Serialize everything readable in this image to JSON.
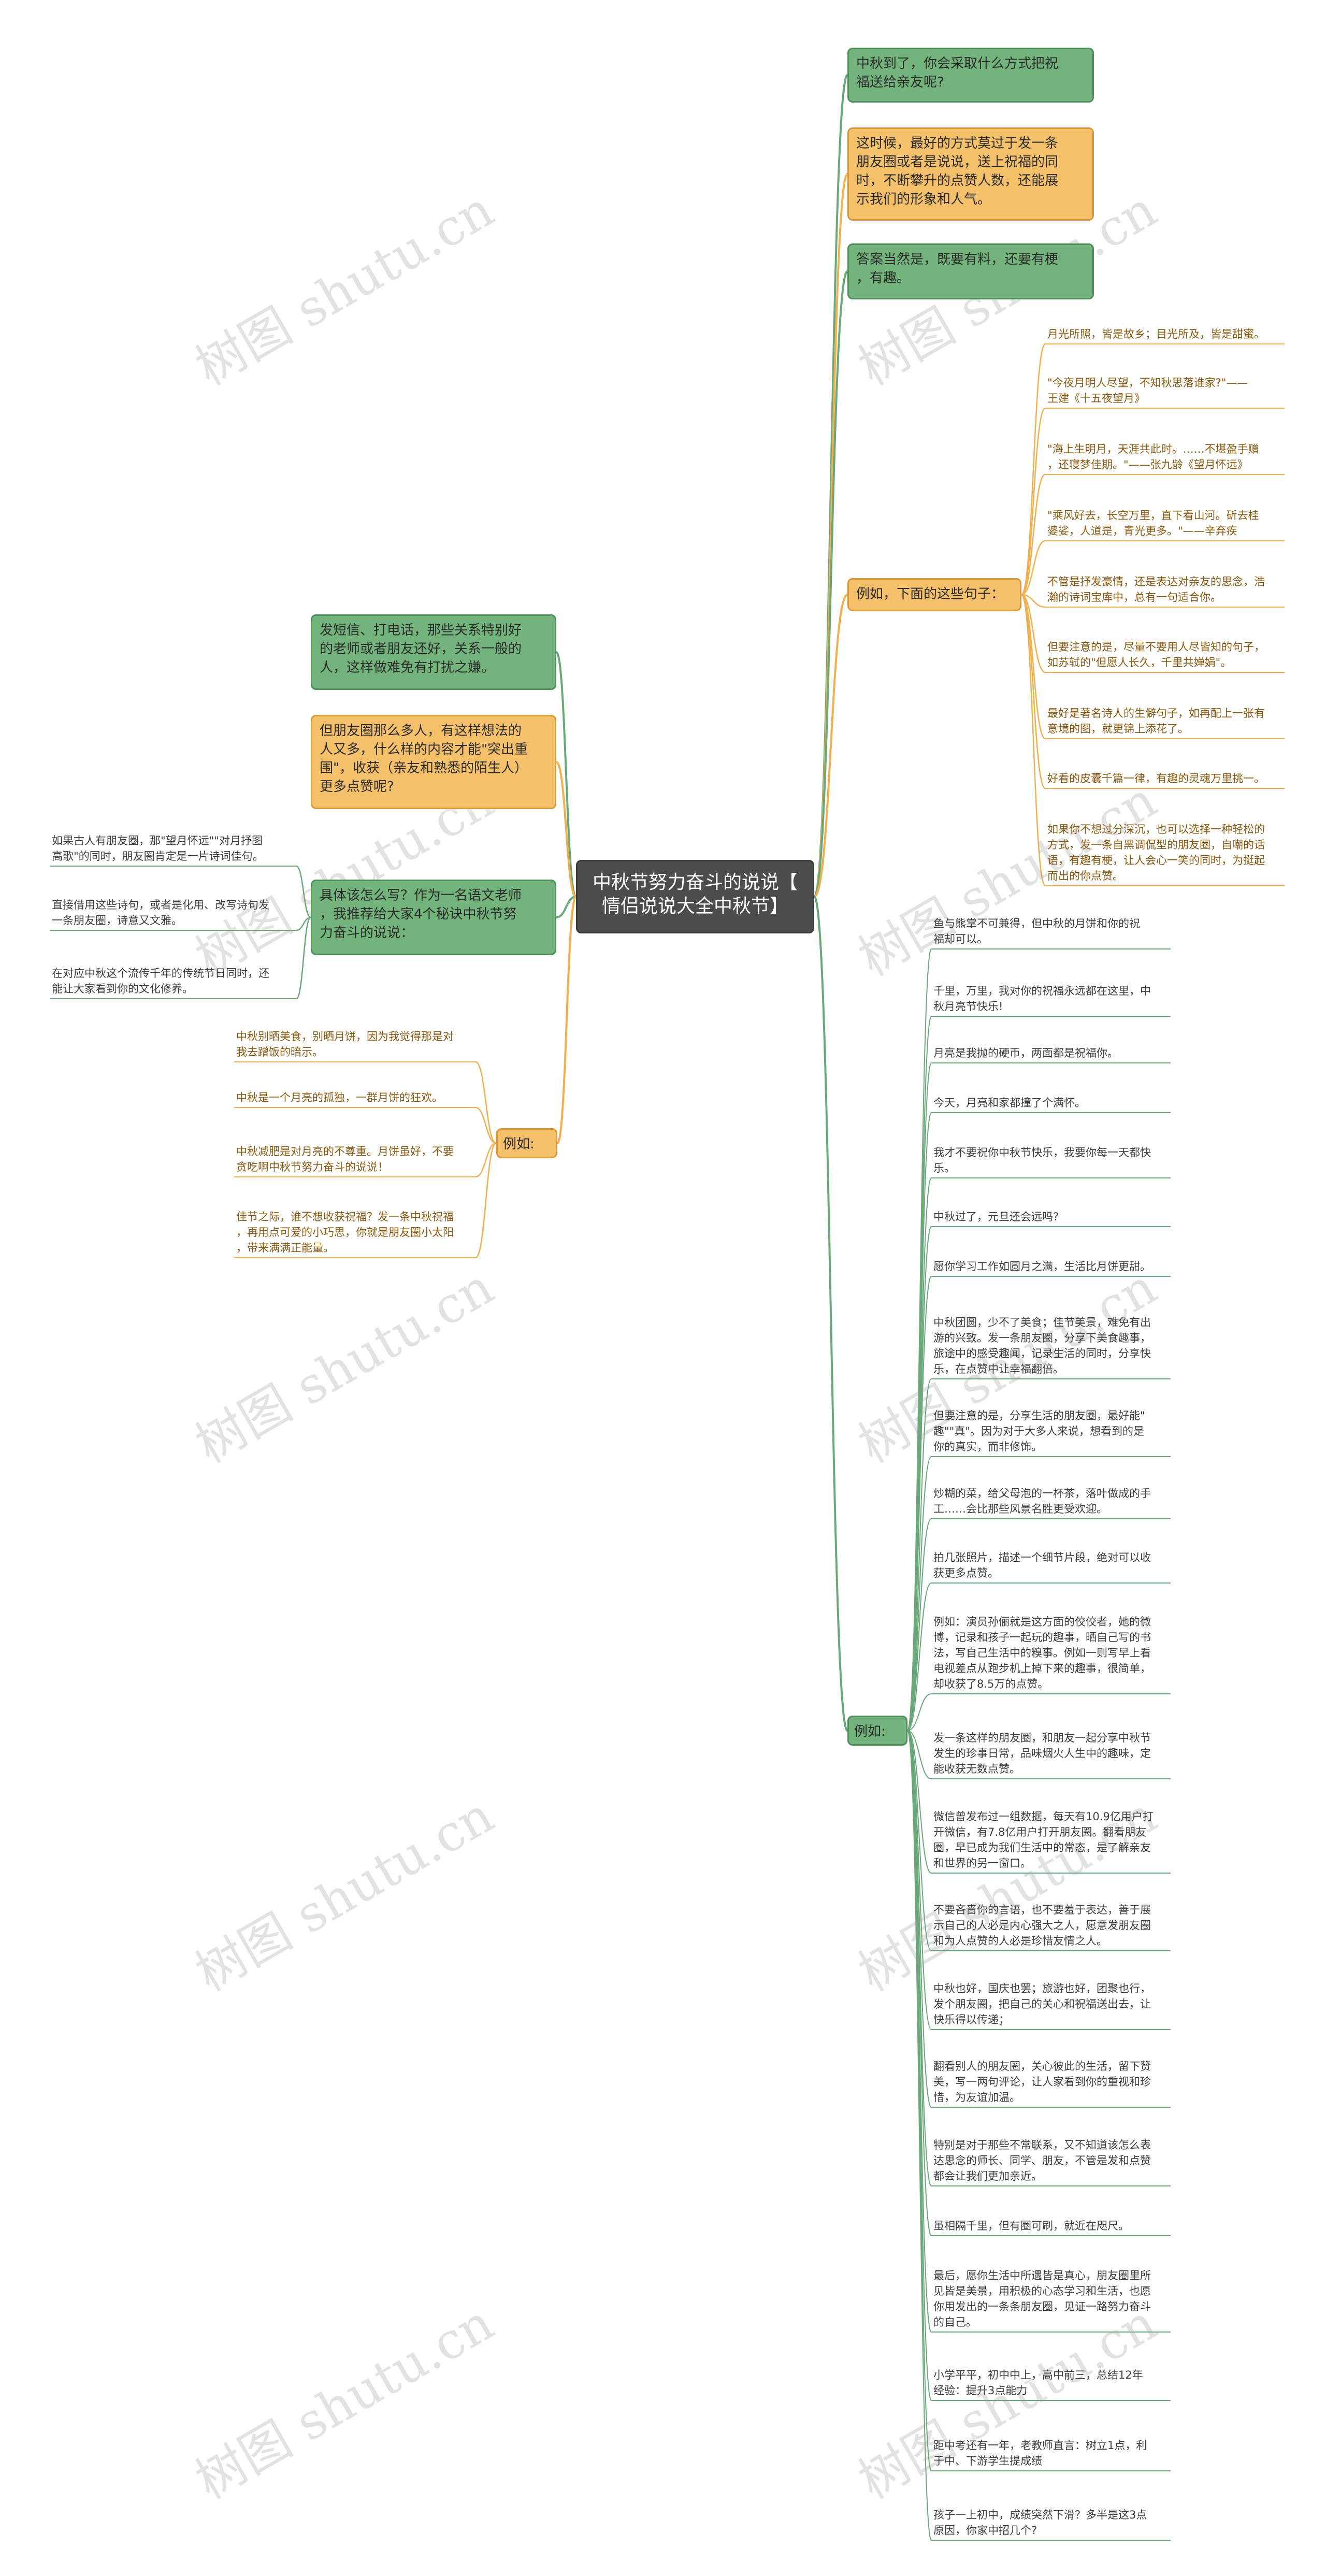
{
  "root": {
    "title": "中秋节努力奋斗的说说【\n情侣说说大全中秋节】"
  },
  "colors": {
    "green": "#72b47c",
    "green_line": "#6aa87a",
    "orange": "#f5c06a",
    "orange_line": "#f0b050",
    "root": "#4d4d4d"
  },
  "right_top": [
    "中秋到了，你会采取什么方式把祝\n福送给亲友呢?",
    "这时候，最好的方式莫过于发一条\n朋友圈或者是说说，送上祝福的同\n时，不断攀升的点赞人数，还能展\n示我们的形象和人气。",
    "答案当然是，既要有料，还要有梗\n，有趣。"
  ],
  "right_mid": {
    "label": "例如，下面的这些句子：",
    "leaves": [
      "月光所照，皆是故乡；目光所及，皆是甜蜜。",
      "\"今夜月明人尽望，不知秋思落谁家?\"——\n王建《十五夜望月》",
      "\"海上生明月，天涯共此时。……不堪盈手赠\n，还寝梦佳期。\"——张九龄《望月怀远》",
      "\"乘风好去，长空万里，直下看山河。斫去桂\n婆娑，人道是，青光更多。\"——辛弃疾",
      "不管是抒发豪情，还是表达对亲友的思念，浩\n瀚的诗词宝库中，总有一句适合你。",
      "但要注意的是，尽量不要用人尽皆知的句子，\n如苏轼的\"但愿人长久，千里共婵娟\"。",
      "最好是著名诗人的生僻句子，如再配上一张有\n意境的图，就更锦上添花了。",
      "好看的皮囊千篇一律，有趣的灵魂万里挑一。",
      "如果你不想过分深沉，也可以选择一种轻松的\n方式，发一条自黑调侃型的朋友圈，自嘲的话\n语，有趣有梗，让人会心一笑的同时，为挺起\n而出的你点赞。"
    ]
  },
  "left": [
    "发短信、打电话，那些关系特别好\n的老师或者朋友还好，关系一般的\n人，这样做难免有打扰之嫌。",
    "但朋友圈那么多人，有这样想法的\n人又多，什么样的内容才能\"突出重\n围\"，收获（亲友和熟悉的陌生人）\n更多点赞呢?",
    "具体该怎么写？作为一名语文老师\n，我推荐给大家4个秘诀中秋节努\n力奋斗的说说："
  ],
  "left_leaves": [
    "如果古人有朋友圈，那\"望月怀远\"\"对月抒图\n高歌\"的同时，朋友圈肯定是一片诗词佳句。",
    "直接借用这些诗句，或者是化用、改写诗句发\n一条朋友圈，诗意又文雅。",
    "在对应中秋这个流传千年的传统节日同时，还\n能让大家看到你的文化修养。"
  ],
  "left_example": {
    "label": "例如:",
    "leaves": [
      "中秋别晒美食，别晒月饼，因为我觉得那是对\n我去蹭饭的暗示。",
      "中秋是一个月亮的孤独，一群月饼的狂欢。",
      "中秋减肥是对月亮的不尊重。月饼虽好，不要\n贪吃啊中秋节努力奋斗的说说！",
      "佳节之际，谁不想收获祝福？发一条中秋祝福\n，再用点可爱的小巧思，你就是朋友圈小太阳\n，带来满满正能量。"
    ]
  },
  "right_bottom": {
    "label": "例如:",
    "leaves": [
      "鱼与熊掌不可兼得，但中秋的月饼和你的祝\n福却可以。",
      "千里，万里，我对你的祝福永远都在这里，中\n秋月亮节快乐!",
      "月亮是我抛的硬币，两面都是祝福你。",
      "今天，月亮和家都撞了个满怀。",
      "我才不要祝你中秋节快乐，我要你每一天都快\n乐。",
      "中秋过了，元旦还会远吗?",
      "愿你学习工作如圆月之满，生活比月饼更甜。",
      "中秋团圆，少不了美食；佳节美景，难免有出\n游的兴致。发一条朋友圈，分享下美食趣事，\n旅途中的感受趣闻，记录生活的同时，分享快\n乐，在点赞中让幸福翻倍。",
      "但要注意的是，分享生活的朋友圈，最好能\"\n趣\"\"真\"。因为对于大多人来说，想看到的是\n你的真实，而非修饰。",
      "炒糊的菜，给父母泡的一杯茶，落叶做成的手\n工……会比那些风景名胜更受欢迎。",
      "拍几张照片，描述一个细节片段，绝对可以收\n获更多点赞。",
      "例如：演员孙俪就是这方面的佼佼者，她的微\n博，记录和孩子一起玩的趣事，晒自己写的书\n法，写自己生活中的糗事。例如一则写早上看\n电视差点从跑步机上掉下来的趣事，很简单，\n却收获了8.5万的点赞。",
      "发一条这样的朋友圈，和朋友一起分享中秋节\n发生的珍事日常，品味烟火人生中的趣味，定\n能收获无数点赞。",
      "微信曾发布过一组数据，每天有10.9亿用户打\n开微信，有7.8亿用户打开朋友圈。翻看朋友\n圈，早已成为我们生活中的常态，是了解亲友\n和世界的另一窗口。",
      "不要吝啬你的言语，也不要羞于表达，善于展\n示自己的人必是内心强大之人，愿意发朋友圈\n和为人点赞的人必是珍惜友情之人。",
      "中秋也好，国庆也罢；旅游也好，团聚也行，\n发个朋友圈，把自己的关心和祝福送出去，让\n快乐得以传递；",
      "翻看别人的朋友圈，关心彼此的生活，留下赞\n美，写一两句评论，让人家看到你的重视和珍\n惜，为友谊加温。",
      "特别是对于那些不常联系，又不知道该怎么表\n达思念的师长、同学、朋友，不管是发和点赞\n都会让我们更加亲近。",
      "虽相隔千里，但有圈可刷，就近在咫尺。",
      "最后，愿你生活中所遇皆是真心，朋友圈里所\n见皆是美景，用积极的心态学习和生活，也愿\n你用发出的一条条朋友圈，见证一路努力奋斗\n的自己。",
      "小学平平，初中中上，高中前三，总结12年\n经验：提升3点能力",
      " 距中考还有一年，老教师直言：树立1点，利\n于中、下游学生提成绩",
      " 孩子一上初中，成绩突然下滑？多半是这3点\n原因，你家中招几个?"
    ]
  },
  "watermark": "树图 shutu.cn"
}
